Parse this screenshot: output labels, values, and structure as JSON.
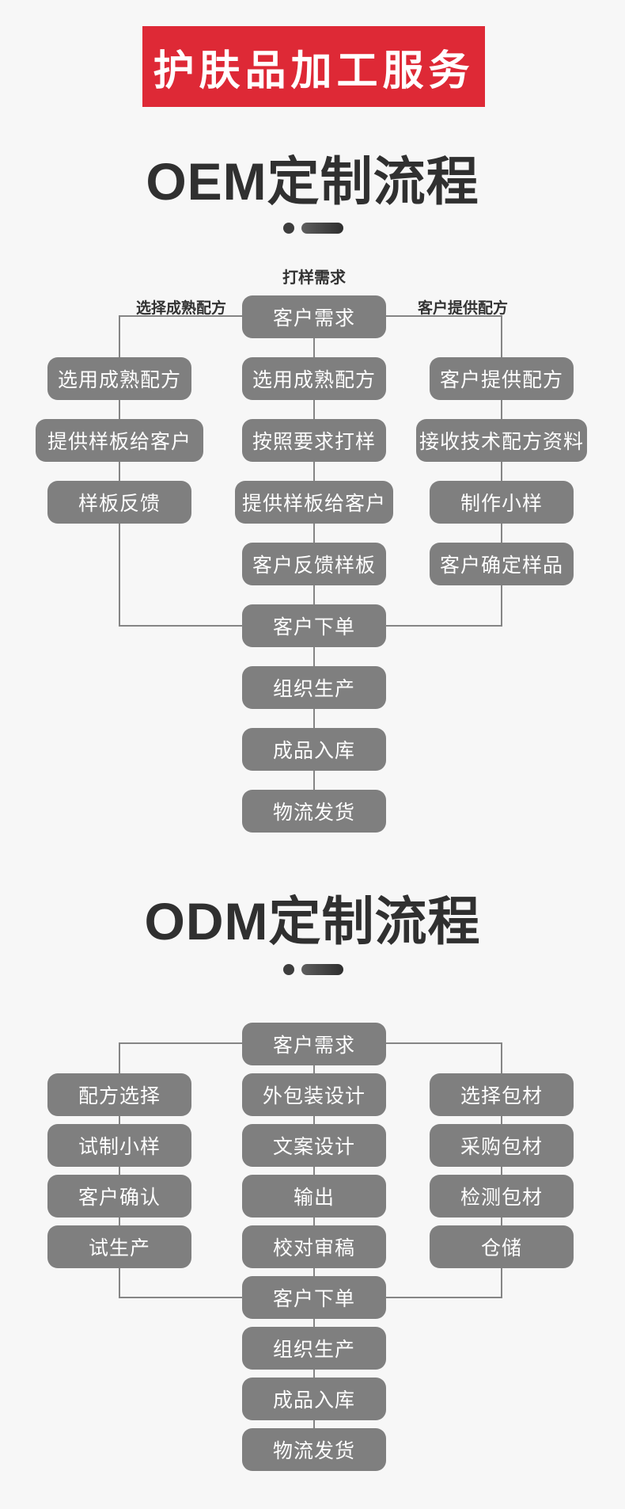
{
  "banner": {
    "text": "护肤品加工服务"
  },
  "oem": {
    "title": "OEM定制流程",
    "top_label": "打样需求",
    "left_branch_label": "选择成熟配方",
    "right_branch_label": "客户提供配方",
    "root": "客户需求",
    "columns": {
      "left": [
        "选用成熟配方",
        "提供样板给客户",
        "样板反馈"
      ],
      "middle": [
        "选用成熟配方",
        "按照要求打样",
        "提供样板给客户",
        "客户反馈样板"
      ],
      "right": [
        "客户提供配方",
        "接收技术配方资料",
        "制作小样",
        "客户确定样品"
      ]
    },
    "tail": [
      "客户下单",
      "组织生产",
      "成品入库",
      "物流发货"
    ]
  },
  "odm": {
    "title": "ODM定制流程",
    "root": "客户需求",
    "columns": {
      "left": [
        "配方选择",
        "试制小样",
        "客户确认",
        "试生产"
      ],
      "middle": [
        "外包装设计",
        "文案设计",
        "输出",
        "校对审稿"
      ],
      "right": [
        "选择包材",
        "采购包材",
        "检测包材",
        "仓储"
      ]
    },
    "tail": [
      "客户下单",
      "组织生产",
      "成品入库",
      "物流发货"
    ]
  },
  "colors": {
    "accent_red": "#de2936",
    "box_gray": "#7f7f7f",
    "line_gray": "#858585",
    "text_dark": "#303030",
    "divider_dark": "#3d3d3d",
    "page_bg": "#f7f7f7"
  }
}
